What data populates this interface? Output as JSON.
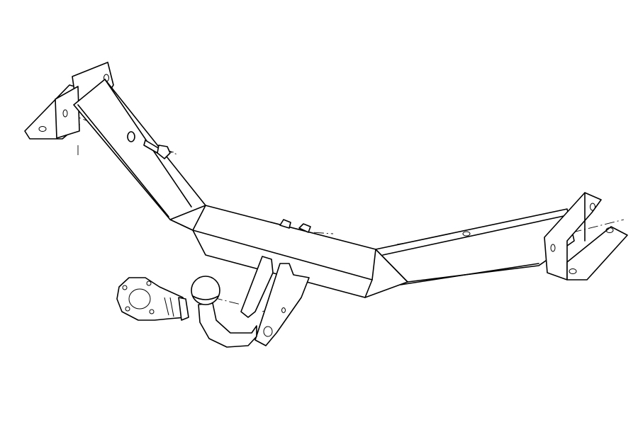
{
  "drawing": {
    "subject": "tow-bar-assembly",
    "line_color": "#000000",
    "background_color": "#ffffff",
    "parts": [
      "left-mounting-bracket",
      "right-mounting-bracket",
      "cross-beam",
      "mounting-bolt",
      "tow-ball-neck",
      "socket-plate"
    ]
  }
}
